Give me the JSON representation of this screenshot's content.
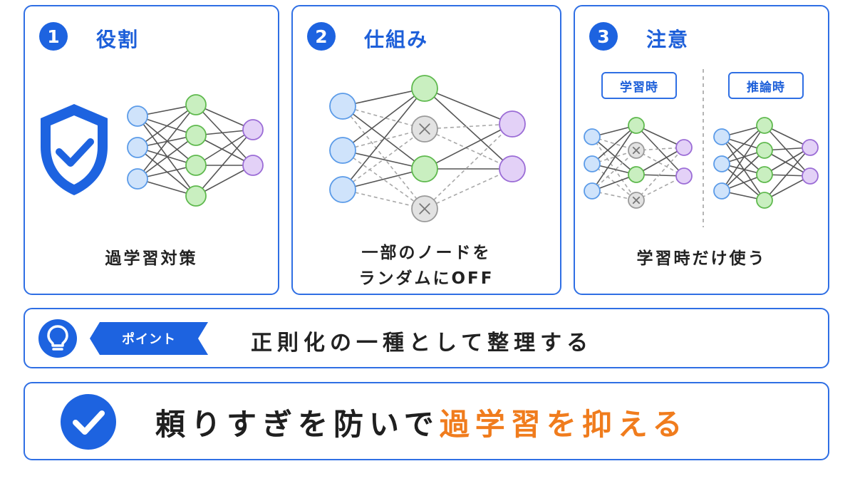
{
  "colors": {
    "accent": "#1d63e0",
    "input_node": "#cfe3fb",
    "hidden_node": "#c9efc0",
    "output_node": "#e3d1f7",
    "dropped_node": "#e2e2e2",
    "highlight": "#f07c1d"
  },
  "panels": [
    {
      "number": "1",
      "title": "役割",
      "caption": "過学習対策",
      "icon": "shield-check-icon"
    },
    {
      "number": "2",
      "title": "仕組み",
      "caption_line1": "一部のノードを",
      "caption_line2": "ランダムにOFF"
    },
    {
      "number": "3",
      "title": "注意",
      "tag_train": "学習時",
      "tag_infer": "推論時",
      "caption": "学習時だけ使う"
    }
  ],
  "point": {
    "icon": "lightbulb-icon",
    "badge": "ポイント",
    "text": "正則化の一種として整理する"
  },
  "conclusion": {
    "icon": "check-circle-icon",
    "text_main": "頼りすぎを防いで",
    "text_highlight": "過学習を抑える"
  }
}
